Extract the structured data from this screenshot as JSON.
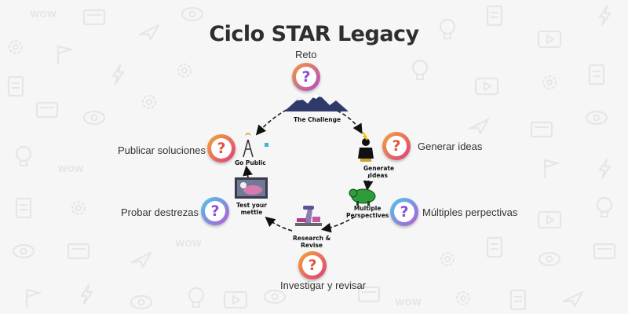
{
  "title": "Ciclo STAR Legacy",
  "nodes": [
    {
      "id": "reto",
      "label": "Reto",
      "question_color": "#8a4fd6",
      "gradient": [
        "#f49a3b",
        "#b248c9"
      ]
    },
    {
      "id": "generar",
      "label": "Generar ideas",
      "question_color": "#e0543e",
      "gradient": [
        "#f4a53a",
        "#de3d7a"
      ]
    },
    {
      "id": "multiples",
      "label": "Múltiples perpectivas",
      "question_color": "#8a4fd6",
      "gradient": [
        "#4cc8ea",
        "#b35ad9"
      ]
    },
    {
      "id": "investigar",
      "label": "Investigar y revisar",
      "question_color": "#e0543e",
      "gradient": [
        "#f4a53a",
        "#de3d7a"
      ]
    },
    {
      "id": "probar",
      "label": "Probar destrezas",
      "question_color": "#8a4fd6",
      "gradient": [
        "#4cc8ea",
        "#b35ad9"
      ]
    },
    {
      "id": "publicar",
      "label": "Publicar soluciones",
      "question_color": "#e0543e",
      "gradient": [
        "#f4a53a",
        "#de3d7a"
      ]
    }
  ],
  "cycle_labels": {
    "challenge": "The Challenge",
    "generate": [
      "Generate",
      "Ideas"
    ],
    "multiple": [
      "Multiple",
      "Perspectives"
    ],
    "research": [
      "Research &",
      "Revise"
    ],
    "test": [
      "Test your",
      "mettle"
    ],
    "public": "Go Public"
  },
  "question_glyph": "?"
}
